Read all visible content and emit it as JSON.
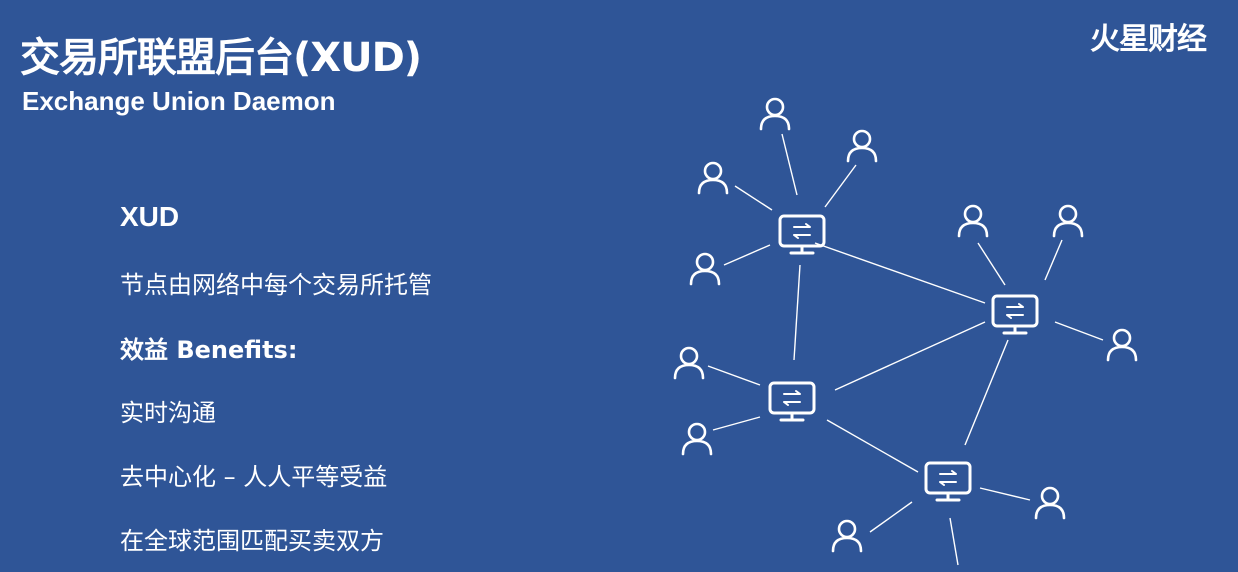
{
  "slide": {
    "title": "交易所联盟后台(XUD)",
    "subtitle": "Exchange Union Daemon",
    "logo_text": "火星财经"
  },
  "content": {
    "heading": "XUD",
    "lines": [
      "节点由网络中每个交易所托管",
      "效益 Benefits:",
      "实时沟通",
      "去中心化 – 人人平等受益",
      "在全球范围匹配买卖双方"
    ]
  },
  "diagram": {
    "server_icon": "exchange-monitor-icon",
    "user_icon": "user-icon",
    "colors": {
      "background": "#2f5597",
      "stroke": "#ffffff"
    }
  }
}
